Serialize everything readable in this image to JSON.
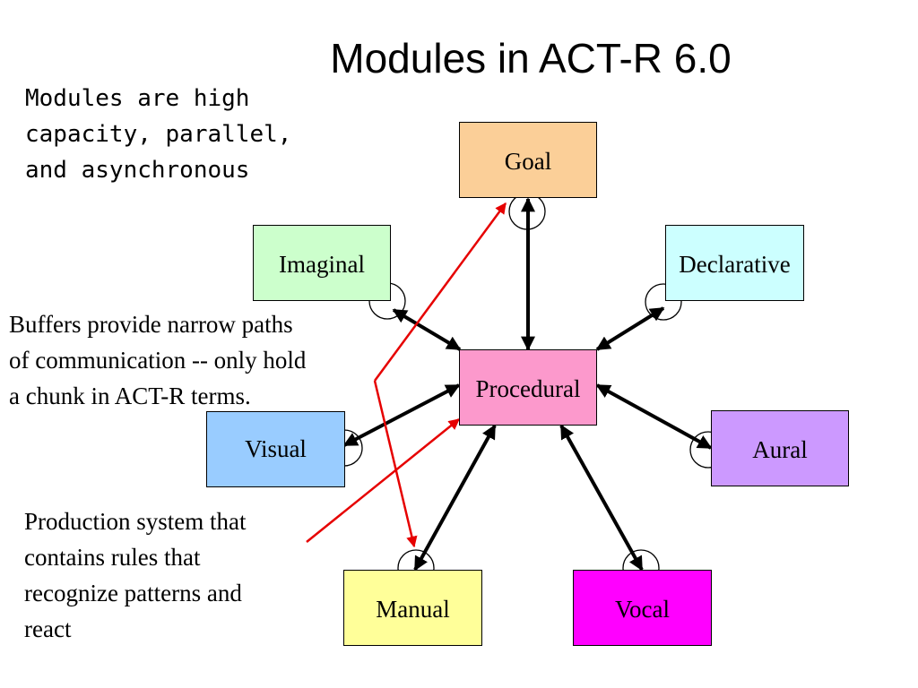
{
  "title": "Modules in ACT-R 6.0",
  "notes": {
    "modules": "Modules are high\ncapacity, parallel,\nand asynchronous",
    "buffers": "Buffers provide narrow paths\nof communication -- only hold\na chunk in ACT-R terms.",
    "production": "Production system that\ncontains rules that\nrecognize patterns and\nreact"
  },
  "modules": {
    "goal": "Goal",
    "imaginal": "Imaginal",
    "declarative": "Declarative",
    "procedural": "Procedural",
    "visual": "Visual",
    "aural": "Aural",
    "manual": "Manual",
    "vocal": "Vocal"
  },
  "colors": {
    "goal": "#fbcf98",
    "imaginal": "#ccffcc",
    "declarative": "#ccffff",
    "procedural": "#fc99cc",
    "visual": "#99ccff",
    "aural": "#cc99ff",
    "manual": "#ffff99",
    "vocal": "#ff00ff",
    "annotation_arrow": "#e60000"
  }
}
